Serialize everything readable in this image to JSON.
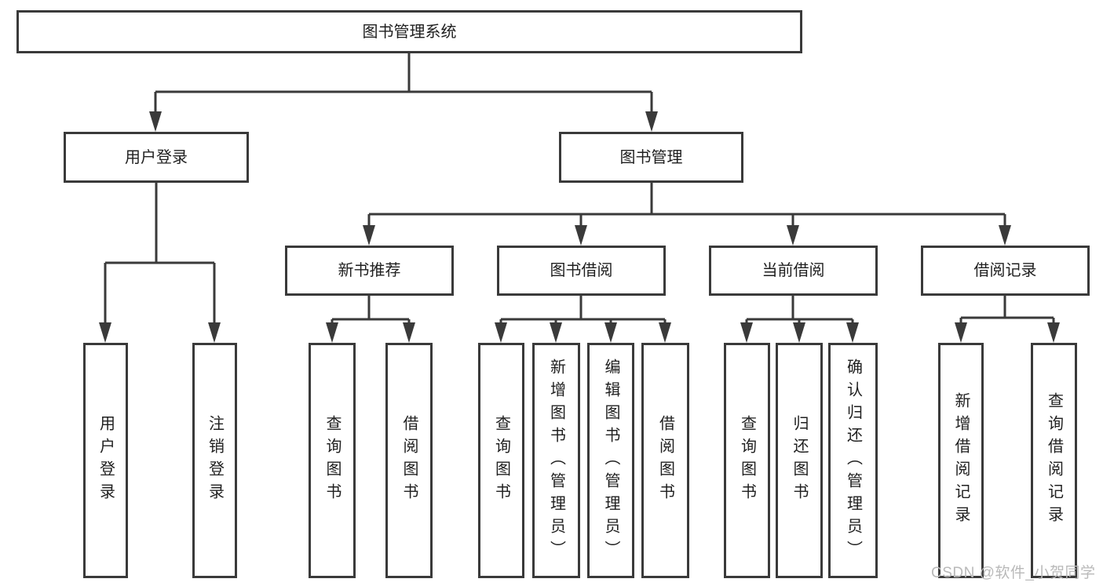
{
  "tree": {
    "label": "图书管理系统",
    "children": [
      {
        "label": "用户登录",
        "children": [
          {
            "label": "用户登录"
          },
          {
            "label": "注销登录"
          }
        ]
      },
      {
        "label": "图书管理",
        "children": [
          {
            "label": "新书推荐",
            "children": [
              {
                "label": "查询图书"
              },
              {
                "label": "借阅图书"
              }
            ]
          },
          {
            "label": "图书借阅",
            "children": [
              {
                "label": "查询图书"
              },
              {
                "label": "新增图书（管理员）"
              },
              {
                "label": "编辑图书（管理员）"
              },
              {
                "label": "借阅图书"
              }
            ]
          },
          {
            "label": "当前借阅",
            "children": [
              {
                "label": "查询图书"
              },
              {
                "label": "归还图书"
              },
              {
                "label": "确认归还（管理员）"
              }
            ]
          },
          {
            "label": "借阅记录",
            "children": [
              {
                "label": "新增借阅记录"
              },
              {
                "label": "查询借阅记录"
              }
            ]
          }
        ]
      }
    ]
  },
  "watermark": {
    "text": "CSDN @软件_小贺同学"
  },
  "colors": {
    "line": "#3a3a3a",
    "box_border": "#3a3a3a",
    "box_fill": "#ffffff",
    "text": "#1f1f1f",
    "watermark": "#b9b9b9",
    "background": "#ffffff"
  }
}
